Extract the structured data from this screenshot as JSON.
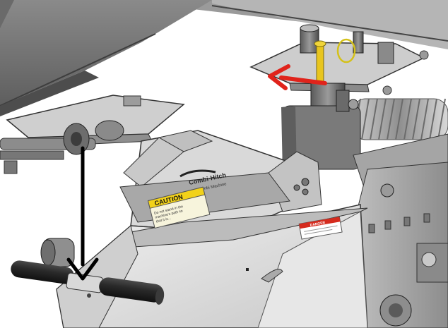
{
  "figure": {
    "caution_label": "CAUTION",
    "caution_body": "Do not stand in the\nmachine's path so\nthat it is...",
    "danger_label": "DANGER",
    "logo_text": "Combi-Hitch",
    "logo_subtext": "Combi Machine"
  },
  "arrows": {
    "down_arrow_color": "#000000",
    "left_arrow_color": "#e0231b"
  },
  "colors": {
    "caution_yellow": "#f2d21a",
    "danger_red": "#d52b1e",
    "pin_yellow": "#e8c51e",
    "metal_light": "#d6d6d6",
    "metal_mid": "#a9a9a9",
    "metal_dark": "#555555"
  }
}
